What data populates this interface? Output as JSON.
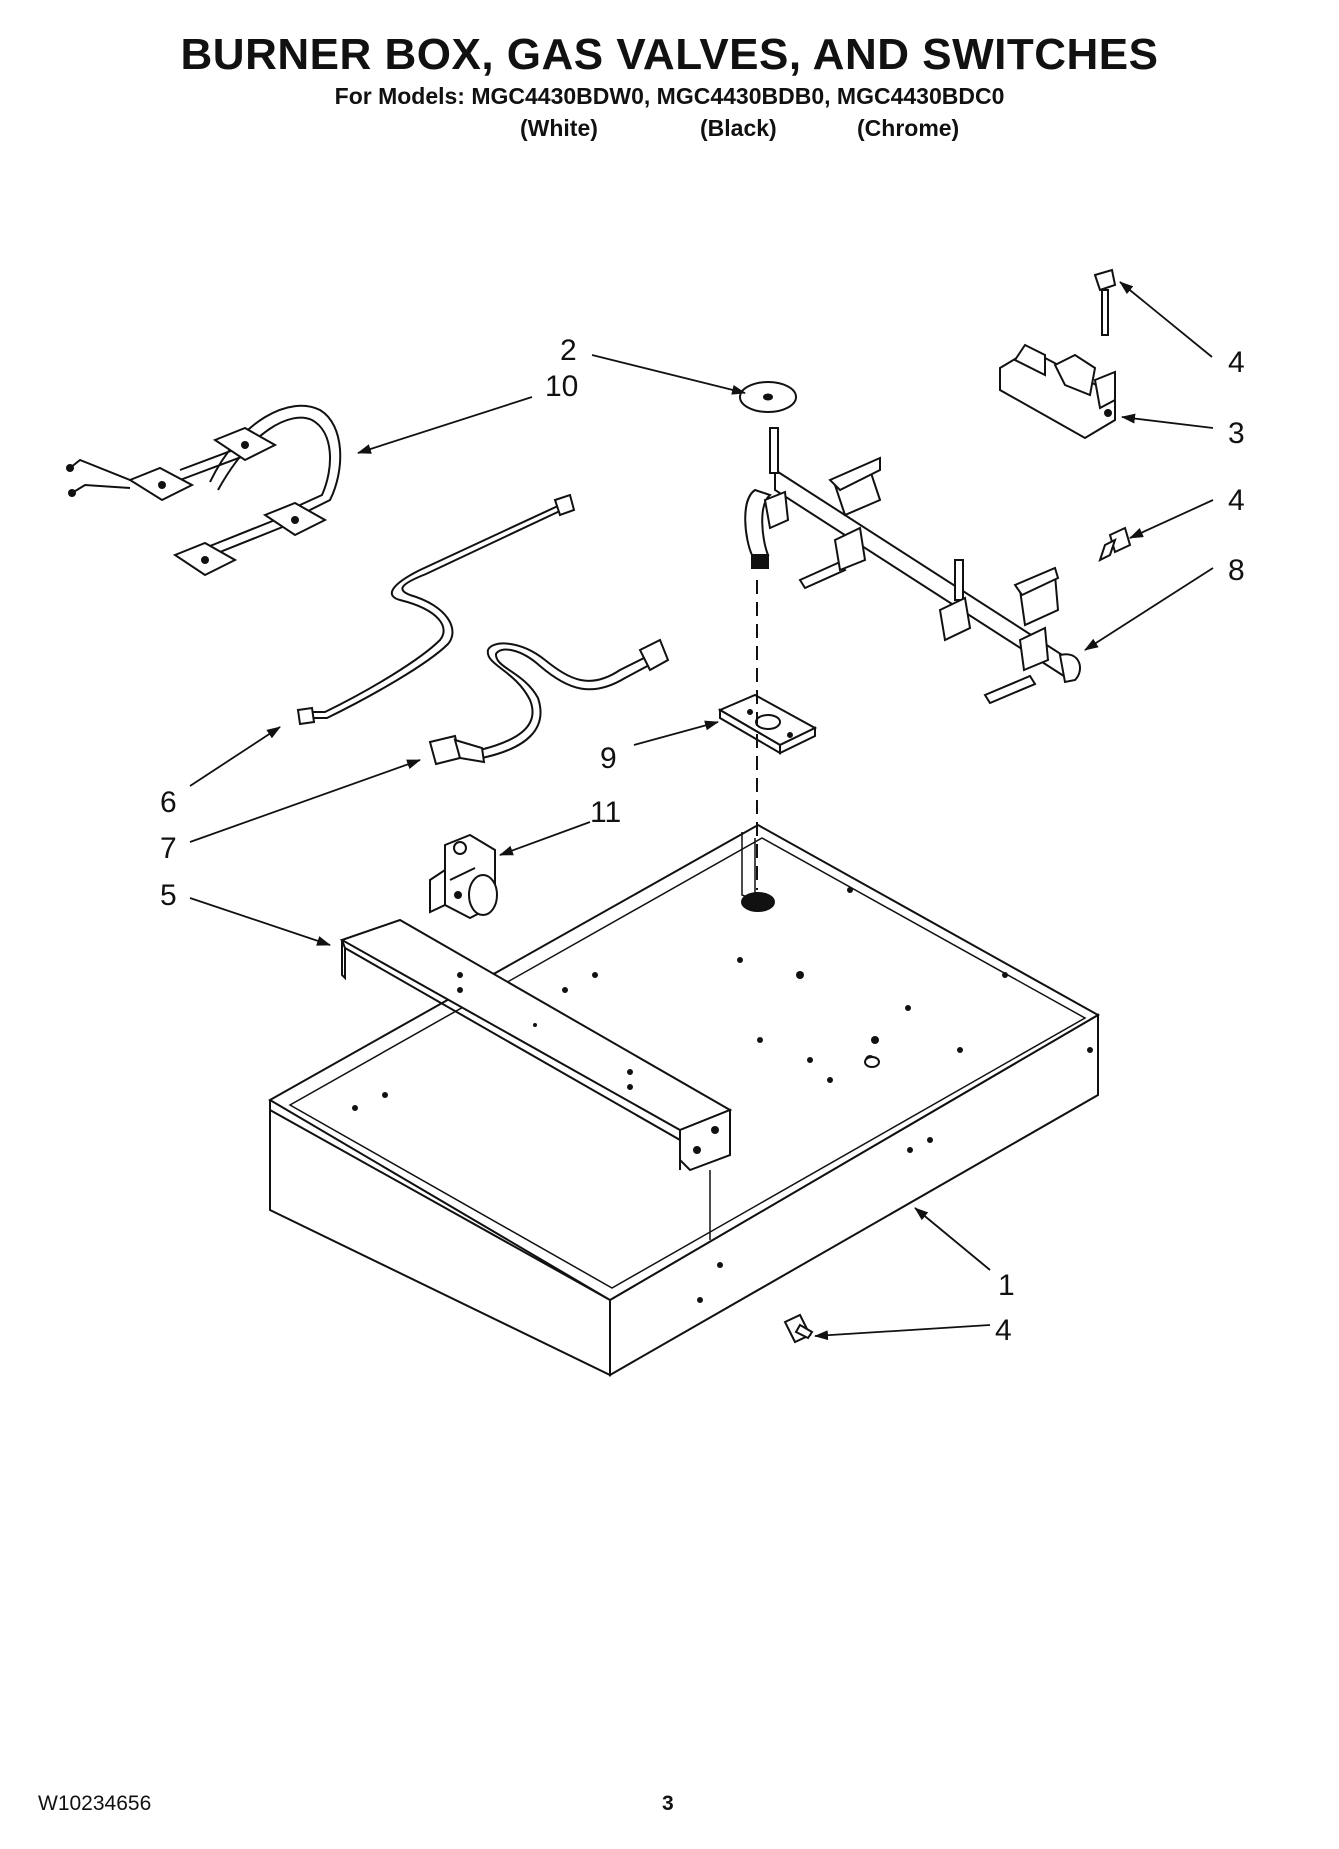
{
  "header": {
    "title": "BURNER BOX, GAS VALVES, AND SWITCHES",
    "models_line": "For Models: MGC4430BDW0, MGC4430BDB0, MGC4430BDC0",
    "variants": [
      "(White)",
      "(Black)",
      "(Chrome)"
    ]
  },
  "callouts": {
    "c1": "1",
    "c2": "2",
    "c3": "3",
    "c4a": "4",
    "c4b": "4",
    "c4c": "4",
    "c5": "5",
    "c6": "6",
    "c7": "7",
    "c8": "8",
    "c9": "9",
    "c10": "10",
    "c11": "11"
  },
  "footer": {
    "doc_number": "W10234656",
    "page": "3"
  }
}
